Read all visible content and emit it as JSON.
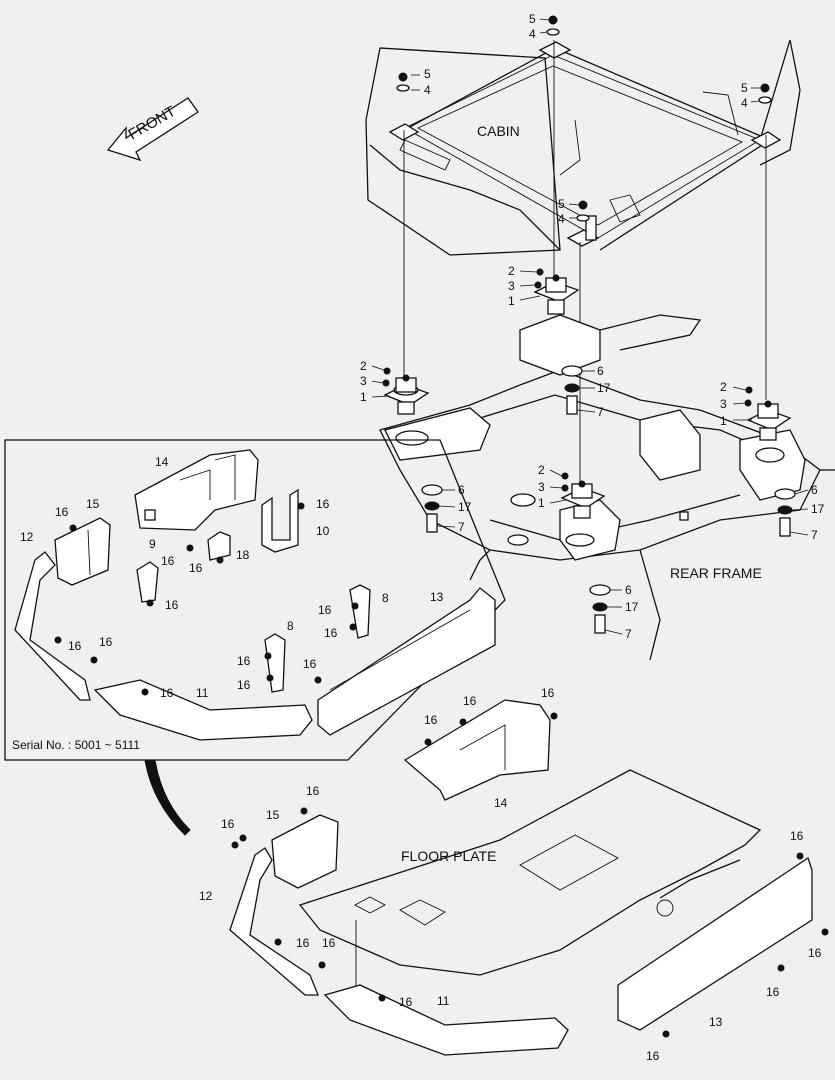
{
  "labels": {
    "front": "FRONT",
    "cabin": "CABIN",
    "rear_frame": "REAR FRAME",
    "floor_plate": "FLOOR PLATE",
    "serial": "Serial No. : 5001 ~ 5111"
  },
  "callouts": {
    "c1": "1",
    "c2": "2",
    "c3": "3",
    "c4": "4",
    "c5": "5",
    "c6": "6",
    "c7": "7",
    "c8": "8",
    "c9": "9",
    "c10": "10",
    "c11": "11",
    "c12": "12",
    "c13": "13",
    "c14": "14",
    "c15": "15",
    "c16": "16",
    "c17": "17",
    "c18": "18"
  }
}
